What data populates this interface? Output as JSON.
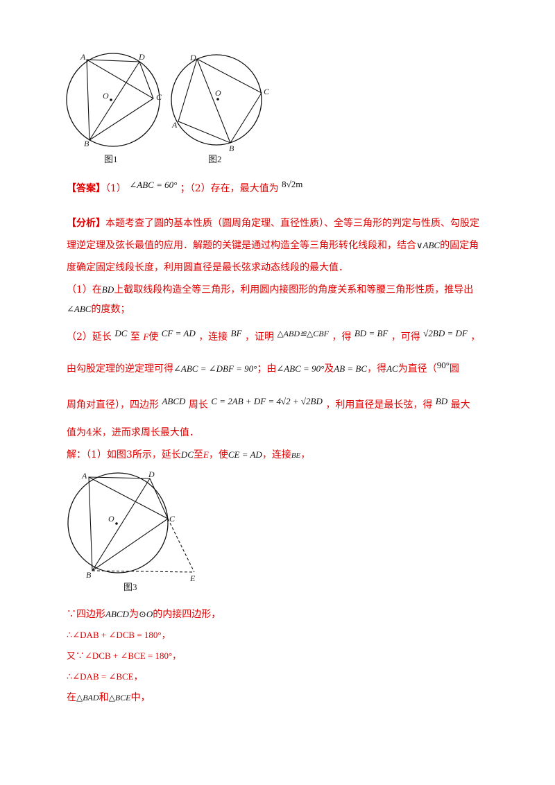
{
  "figures": {
    "fig1": {
      "caption": "图1",
      "labels": {
        "A": "A",
        "B": "B",
        "C": "C",
        "D": "D",
        "O": "O"
      }
    },
    "fig2": {
      "caption": "图2",
      "labels": {
        "A": "A",
        "B": "B",
        "C": "C",
        "D": "D",
        "O": "O"
      }
    },
    "fig3": {
      "caption": "图3",
      "labels": {
        "A": "A",
        "B": "B",
        "C": "C",
        "D": "D",
        "E": "E",
        "O": "O"
      }
    }
  },
  "answer": {
    "tag": "【答案】",
    "p1": "（1）",
    "m1": "∠ABC = 60°",
    "sep": "；（2）存在，最大值为",
    "m2": "8√2m"
  },
  "analysis": {
    "tag": "【分析】",
    "l1": "本题考查了圆的基本性质（圆周角定理、直径性质）、全等三角形的判定与性质、勾股定",
    "l2a": "理逆定理及弦长最值的应用．解题的关键是通过构造全等三角形转化线段和，结合",
    "l2m": "∨ABC",
    "l2b": "的固定角",
    "l3": "度确定固定线段长度，利用圆直径是最长弦求动态线段的最大值．",
    "s1a": "（1）在",
    "s1m": "BD",
    "s1b": "上截取线段构造全等三角形，利用圆内接图形的角度关系和等腰三角形性质，推导出",
    "s1c": "∠ABC",
    "s1d": "的度数；",
    "s2a": "（2）延长",
    "s2m1": "DC",
    "s2b": "至",
    "s2m2": "F",
    "s2c": "使",
    "s2m3": "CF = AD",
    "s2d": "，连接",
    "s2m4": "BF",
    "s2e": "，证明",
    "s2m5": "△ABD≌△CBF",
    "s2f": "，得",
    "s2m6": "BD = BF",
    "s2g": "，可得",
    "s2m7": "√2BD = DF",
    "s2h": "，",
    "s3a": "由勾股定理的逆定理可得",
    "s3m1": "∠ABC = ∠DBF = 90°",
    "s3b": "；由",
    "s3m2": "∠ABC = 90°",
    "s3c": "及",
    "s3m3": "AB = BC",
    "s3d": "，得",
    "s3m4": "AC",
    "s3e": "为直径（",
    "s3m5": "90°",
    "s3f": "圆",
    "s4a": "周角对直径），四边形",
    "s4m1": "ABCD",
    "s4b": "周长",
    "s4m2": "C = 2AB + DF = 4√2 + √2BD",
    "s4c": "，利用直径是最长弦，得",
    "s4m3": "BD",
    "s4d": "最大",
    "s5": "值为4米，进而求周长最大值．"
  },
  "solution": {
    "l1a": "解：（1）如图3所示，延长",
    "l1m1": "DC",
    "l1b": "至",
    "l1m2": "E",
    "l1c": "，使",
    "l1m3": "CE = AD",
    "l1d": "，连接",
    "l1m4": "BE",
    "l1e": "，",
    "p1a": "∵四边形",
    "p1m1": "ABCD",
    "p1b": "为",
    "p1m2": "⊙O",
    "p1c": "的内接四边形，",
    "p2": "∴∠DAB + ∠DCB = 180°，",
    "p3": "又∵∠DCB + ∠BCE = 180°，",
    "p4": "∴∠DAB = ∠BCE，",
    "p5a": "在",
    "p5m1": "△BAD",
    "p5b": "和",
    "p5m2": "△BCE",
    "p5c": "中，"
  }
}
